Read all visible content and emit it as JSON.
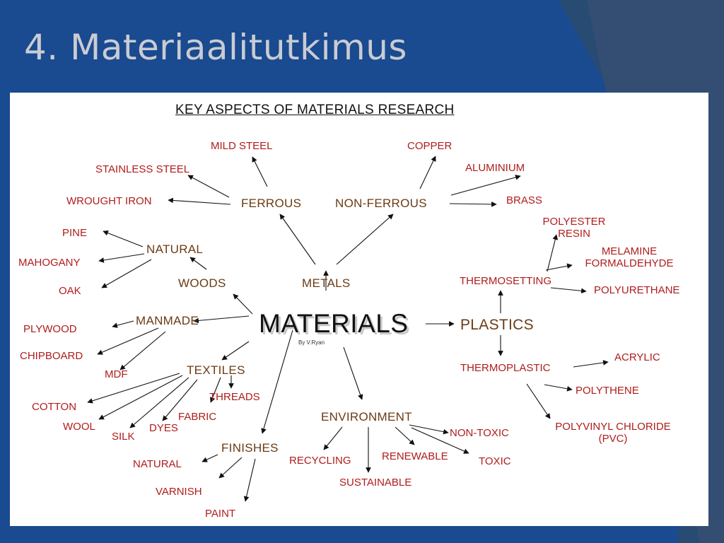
{
  "slide": {
    "title": "4. Materiaalitutkimus"
  },
  "diagram": {
    "title": "KEY ASPECTS OF MATERIALS RESEARCH",
    "center": "MATERIALS",
    "credit": "By V.Ryan",
    "metals": {
      "label": "METALS",
      "ferrous": {
        "label": "FERROUS",
        "items": [
          "MILD STEEL",
          "STAINLESS STEEL",
          "WROUGHT IRON"
        ]
      },
      "non_ferrous": {
        "label": "NON-FERROUS",
        "items": [
          "COPPER",
          "ALUMINIUM",
          "BRASS"
        ]
      }
    },
    "woods": {
      "label": "WOODS",
      "natural": {
        "label": "NATURAL",
        "items": [
          "PINE",
          "MAHOGANY",
          "OAK"
        ]
      },
      "manmade": {
        "label": "MANMADE",
        "items": [
          "PLYWOOD",
          "CHIPBOARD",
          "MDF"
        ]
      }
    },
    "textiles": {
      "label": "TEXTILES",
      "items": [
        "THREADS",
        "FABRIC",
        "DYES",
        "SILK",
        "WOOL",
        "COTTON"
      ]
    },
    "finishes": {
      "label": "FINISHES",
      "items": [
        "NATURAL",
        "VARNISH",
        "PAINT"
      ]
    },
    "environment": {
      "label": "ENVIRONMENT",
      "items": [
        "RECYCLING",
        "SUSTAINABLE",
        "RENEWABLE",
        "NON-TOXIC",
        "TOXIC"
      ]
    },
    "plastics": {
      "label": "PLASTICS",
      "thermosetting": {
        "label": "THERMOSETTING",
        "items": [
          "POLYESTER",
          "RESIN",
          "MELAMINE",
          "FORMALDEHYDE",
          "POLYURETHANE"
        ]
      },
      "thermoplastic": {
        "label": "THERMOPLASTIC",
        "items": [
          "ACRYLIC",
          "POLYTHENE",
          "POLYVINYL CHLORIDE",
          "(PVC)"
        ]
      }
    }
  },
  "colors": {
    "background_blue": "#1a4a8f",
    "accent_slate": "#2c4b70",
    "leaf_text": "#b01c1c",
    "hub_text": "#6b3b14"
  }
}
